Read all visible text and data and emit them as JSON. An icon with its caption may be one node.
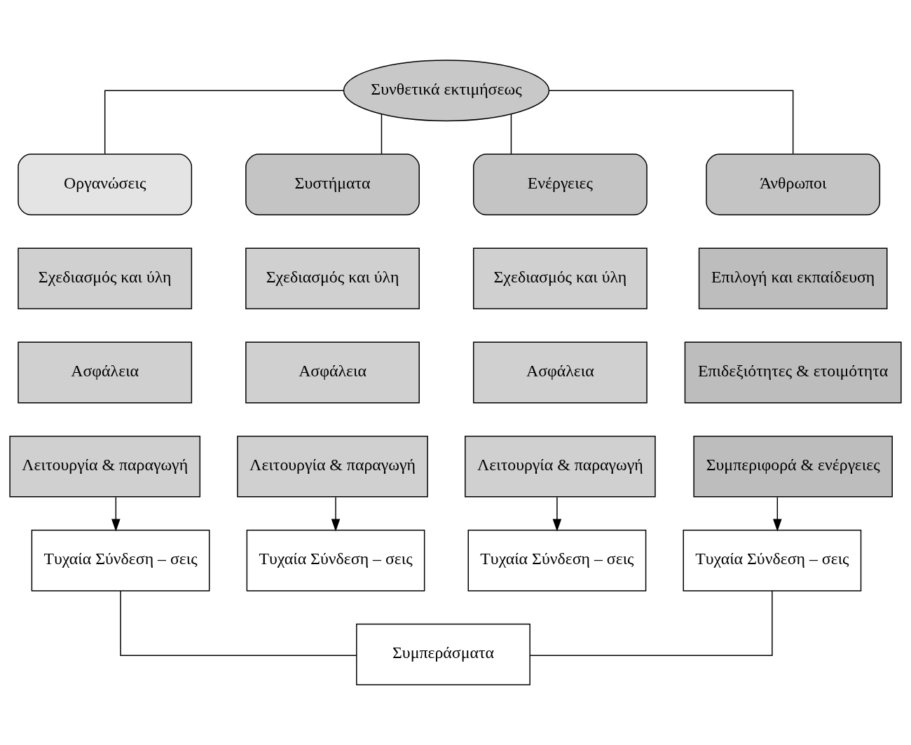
{
  "diagram": {
    "nodes": [
      {
        "text": [
          "Συνθετικά εκτιμήσεως"
        ]
      },
      {
        "text": [
          "Οργανώσεις"
        ]
      },
      {
        "text": [
          "Συστήματα"
        ]
      },
      {
        "text": [
          "Ενέργειες"
        ]
      },
      {
        "text": [
          "Άνθρωποι"
        ]
      },
      {
        "text": [
          "Σχεδιασμός και ύλη"
        ]
      },
      {
        "text": [
          "Σχεδιασμός και ύλη"
        ]
      },
      {
        "text": [
          "Σχεδιασμός και ύλη"
        ]
      },
      {
        "text": [
          "Επιλογή και εκπαίδευση"
        ]
      },
      {
        "text": [
          "Ασφάλεια"
        ]
      },
      {
        "text": [
          "Ασφάλεια"
        ]
      },
      {
        "text": [
          "Ασφάλεια"
        ]
      },
      {
        "text": [
          "Επιδεξιότητες & ετοιμότητα"
        ]
      },
      {
        "text": [
          "Λειτουργία & παραγωγή"
        ]
      },
      {
        "text": [
          "Λειτουργία & παραγωγή"
        ]
      },
      {
        "text": [
          "Λειτουργία & παραγωγή"
        ]
      },
      {
        "text": [
          "Συμπεριφορά & ενέργειες"
        ]
      },
      {
        "text": [
          "Τυχαία Σύνδεση – σεις"
        ]
      },
      {
        "text": [
          "Τυχαία Σύνδεση – σεις"
        ]
      },
      {
        "text": [
          "Τυχαία Σύνδεση – σεις"
        ]
      },
      {
        "text": [
          "Τυχαία Σύνδεση – σεις"
        ]
      },
      {
        "text": [
          "Συμπεράσματα"
        ]
      }
    ],
    "edges": [
      {
        "from": 0,
        "to": 1,
        "arrow": "none"
      },
      {
        "from": 0,
        "to": 2,
        "arrow": "none"
      },
      {
        "from": 0,
        "to": 3,
        "arrow": "none"
      },
      {
        "from": 0,
        "to": 4,
        "arrow": "none"
      },
      {
        "from": 13,
        "to": 17,
        "arrow": "to"
      },
      {
        "from": 14,
        "to": 18,
        "arrow": "to"
      },
      {
        "from": 15,
        "to": 19,
        "arrow": "to"
      },
      {
        "from": 16,
        "to": 20,
        "arrow": "to"
      },
      {
        "from": 17,
        "to": 21,
        "arrow": "none"
      },
      {
        "from": 20,
        "to": 21,
        "arrow": "none"
      }
    ]
  }
}
